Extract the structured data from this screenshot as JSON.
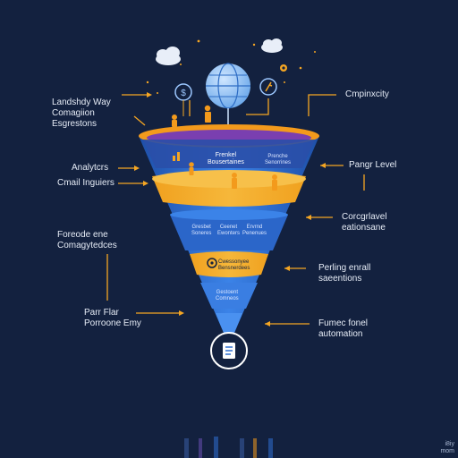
{
  "colors": {
    "background": "#13213f",
    "accent": "#f5a623",
    "funnel_blue": "#2f6fd1",
    "funnel_orange": "#f39a1c",
    "funnel_purple": "#6a4fb3"
  },
  "icons": [
    "cloud-icon",
    "globe-icon",
    "dollar-icon",
    "key-icon",
    "document-icon"
  ],
  "left_labels": [
    {
      "id": "top",
      "text": "Landshdy Way\nComagiion\nEsgrestons"
    },
    {
      "id": "analytics",
      "text": "Analytcrs"
    },
    {
      "id": "email",
      "text": "Cmail Inguiers"
    },
    {
      "id": "forecast",
      "text": "Foreode ene\nComagytedces"
    },
    {
      "id": "part",
      "text": "Parr Flar\nPorroone Emy"
    }
  ],
  "right_labels": [
    {
      "id": "complexity",
      "text": "Cmpinxcity"
    },
    {
      "id": "panel",
      "text": "Pangr Level"
    },
    {
      "id": "cordy",
      "text": "Corcgrlavel\neationsane"
    },
    {
      "id": "perling",
      "text": "Perling enrall\nsaeentions"
    },
    {
      "id": "funnel",
      "text": "Fumec fonel\nautomation"
    }
  ],
  "funnel_text": {
    "band1_left": "Frenkel\nBousertaines",
    "band1_right": "Prenche\nSenorrines",
    "band3_a": "Gresbet\nSoneres",
    "band3_b": "Ceenet\nEwonters",
    "band3_c": "Ervrnd\nPenenues",
    "band4": "Cwessonyee\nBensnerdees",
    "band5": "Gestoent\nComneos"
  },
  "corner_text": "i8iy\nmom"
}
